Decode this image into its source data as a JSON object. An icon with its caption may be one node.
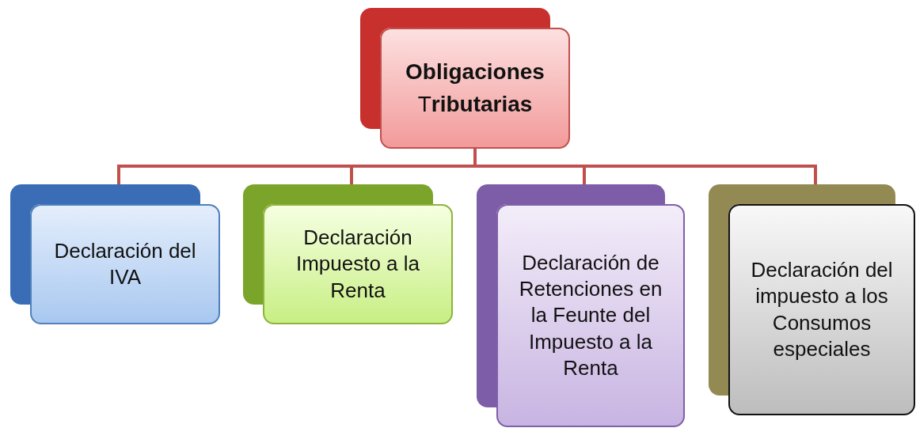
{
  "diagram": {
    "nodes": [
      {
        "text": [
          "**Obligaciones** T**ributarias**"
        ]
      },
      {
        "text": [
          "Declaración del IVA"
        ]
      },
      {
        "text": [
          "Declaración Impuesto a la Renta"
        ]
      },
      {
        "text": [
          "Declaración de Retenciones en la Feunte del Impuesto a la Renta"
        ]
      },
      {
        "text": [
          "Declaración del impuesto a los Consumos especiales"
        ]
      }
    ],
    "edges": [
      {
        "from": 0,
        "to": 1,
        "arrow": "none"
      },
      {
        "from": 0,
        "to": 2,
        "arrow": "none"
      },
      {
        "from": 0,
        "to": 3,
        "arrow": "none"
      },
      {
        "from": 0,
        "to": 4,
        "arrow": "none"
      }
    ]
  }
}
